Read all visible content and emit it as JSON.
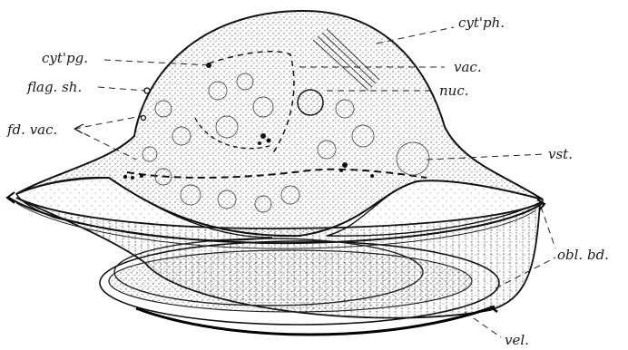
{
  "figure": {
    "labels": {
      "cytopharynx": "cyt'ph.",
      "cytopharyngeal_groove": "cyt'pg.",
      "vacuole": "vac.",
      "flagellar_sheath": "flag. sh.",
      "nucleus": "nuc.",
      "food_vacuole": "fd. vac.",
      "vestibule": "vst.",
      "oblique_band": "obl. bd.",
      "velum": "vel."
    },
    "colors": {
      "ink": "#1a1a1a",
      "paper": "#ffffff"
    }
  }
}
